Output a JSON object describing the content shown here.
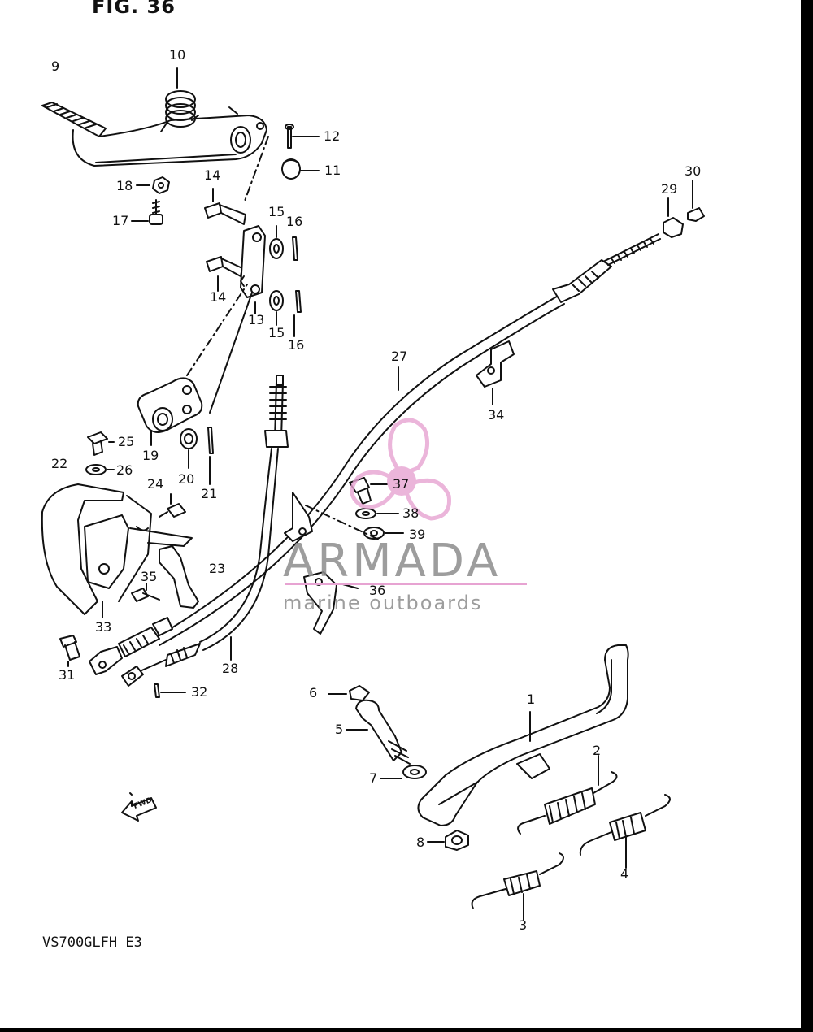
{
  "figure": {
    "title": "FIG. 36",
    "model": "VS700GLFH E3",
    "fwd_label": "FWD"
  },
  "watermark": {
    "brand": "ARMADA",
    "tagline": "marine outboards",
    "logo_color": "#e7a3d2",
    "text_color": "#8d8d8d"
  },
  "callouts": [
    "1",
    "2",
    "3",
    "4",
    "5",
    "6",
    "7",
    "8",
    "9",
    "10",
    "11",
    "12",
    "13",
    "14",
    "14",
    "15",
    "15",
    "16",
    "16",
    "17",
    "18",
    "19",
    "20",
    "21",
    "22",
    "23",
    "24",
    "25",
    "26",
    "27",
    "28",
    "29",
    "30",
    "31",
    "32",
    "33",
    "34",
    "35",
    "36",
    "37",
    "38",
    "39"
  ]
}
